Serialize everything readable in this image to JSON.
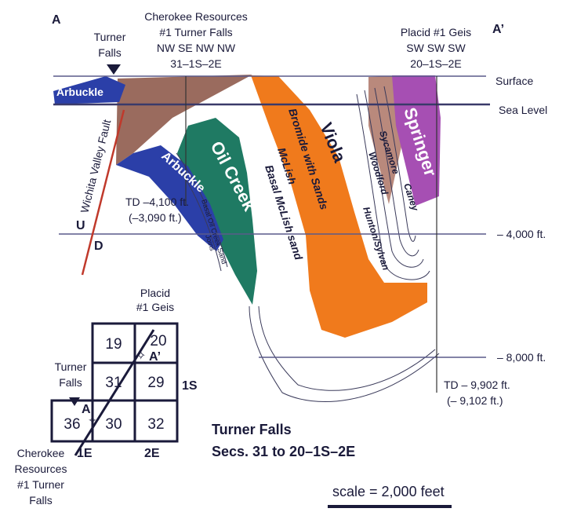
{
  "section": {
    "start_label": "A",
    "end_label": "A’",
    "wells": {
      "cherokee": {
        "line1": "Cherokee Resources",
        "line2": "#1 Turner Falls",
        "line3": "NW SE NW NW",
        "line4": "31–1S–2E"
      },
      "placid": {
        "line1": "Placid #1 Geis",
        "line2": "SW SW SW",
        "line3": "20–1S–2E"
      }
    },
    "turner_falls_marker": {
      "line1": "Turner",
      "line2": "Falls"
    },
    "depth_labels": {
      "surface": "Surface",
      "sea_level": "Sea Level",
      "d4000": "– 4,000 ft.",
      "d8000": "– 8,000 ft."
    },
    "fault": {
      "name": "Wichita Valley Fault",
      "up": "U",
      "down": "D"
    },
    "td_cherokee": {
      "line1": "TD –4,100 ft.",
      "line2": "(–3,090 ft.)"
    },
    "td_placid": {
      "line1": "TD – 9,902 ft.",
      "line2": "(– 9,102 ft.)"
    },
    "formations": {
      "arbuckle_top": "Arbuckle",
      "arbuckle_fold": "Arbuckle",
      "oil_creek": "Oil Creek",
      "oil_creek_sand": "Basal Oil Creek Sand",
      "joins": "Joins",
      "bromide": "Bromide with Sands",
      "mclish": "McLish",
      "basal_mclish": "Basal McLish sand",
      "viola": "Viola",
      "springer": "Springer",
      "sycamore": "Sycamore",
      "caney": "Caney",
      "woodford": "Woodford",
      "hunton": "Hunton/Sylvan"
    },
    "colors": {
      "arbuckle": "#2b3fa8",
      "oil_creek": "#1f7a63",
      "viola": "#f07a1c",
      "springer": "#a64fb3",
      "brown": "#9a6b5e",
      "fault": "#c0392b",
      "lines": "#5a5a8a"
    }
  },
  "location_map": {
    "sections": [
      "19",
      "20",
      "31",
      "29",
      "36",
      "30",
      "32"
    ],
    "placid": {
      "line1": "Placid",
      "line2": "#1 Geis"
    },
    "turner": {
      "line1": "Turner",
      "line2": "Falls"
    },
    "cherokee": {
      "line1": "Cherokee",
      "line2": "Resources",
      "line3": "#1 Turner",
      "line4": "Falls"
    },
    "point_a": "A",
    "point_a2": "A’",
    "township": "1S",
    "range_1e": "1E",
    "range_2e": "2E"
  },
  "title": {
    "line1": "Turner Falls",
    "line2": "Secs. 31 to 20–1S–2E"
  },
  "scale": {
    "label": "scale = 2,000 feet"
  }
}
